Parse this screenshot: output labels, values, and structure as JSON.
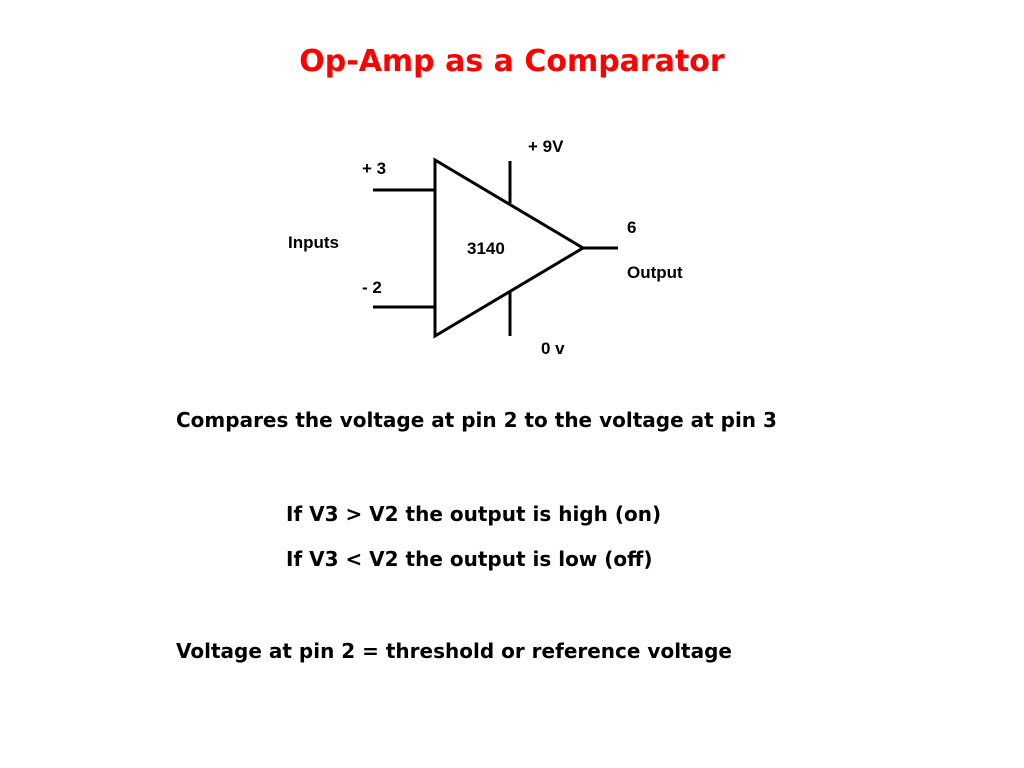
{
  "title": "Op-Amp as a Comparator",
  "diagram": {
    "ic_label": "3140",
    "supply_label": "+ 9V",
    "ground_label": "0 v",
    "noninverting_label": "+ 3",
    "inverting_label": "- 2",
    "inputs_label": "Inputs",
    "output_pin_label": "6",
    "output_label": "Output"
  },
  "text": {
    "compare": "Compares the voltage at pin 2 to the voltage at pin 3",
    "high": "If V3 > V2 the output is high (on)",
    "low": "If V3 < V2 the output is low (off)",
    "reference": "Voltage at pin 2 = threshold or reference voltage"
  },
  "colors": {
    "title": "#ff0000",
    "text": "#000000"
  }
}
